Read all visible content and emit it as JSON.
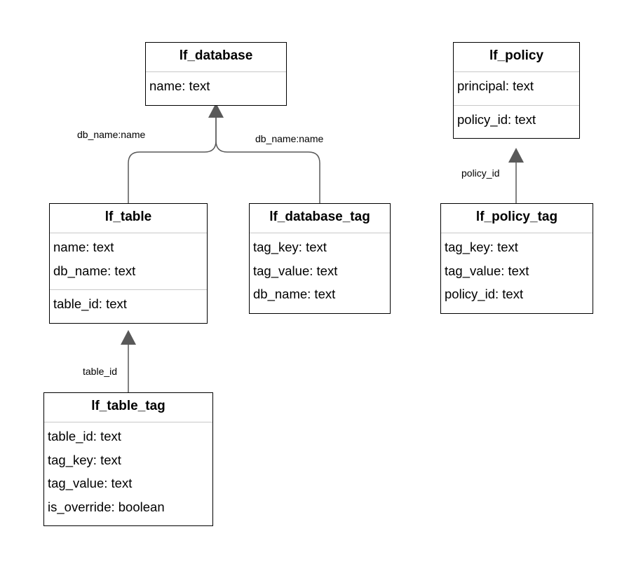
{
  "entities": {
    "lf_database": {
      "title": "lf_database",
      "sections": [
        [
          "name: text"
        ]
      ]
    },
    "lf_policy": {
      "title": "lf_policy",
      "sections": [
        [
          "principal: text"
        ],
        [
          "policy_id: text"
        ]
      ]
    },
    "lf_table": {
      "title": "lf_table",
      "sections": [
        [
          "name: text",
          "db_name: text"
        ],
        [
          "table_id: text"
        ]
      ]
    },
    "lf_database_tag": {
      "title": "lf_database_tag",
      "sections": [
        [
          "tag_key: text",
          "tag_value: text",
          "db_name: text"
        ]
      ]
    },
    "lf_policy_tag": {
      "title": "lf_policy_tag",
      "sections": [
        [
          "tag_key: text",
          "tag_value: text",
          "policy_id: text"
        ]
      ]
    },
    "lf_table_tag": {
      "title": "lf_table_tag",
      "sections": [
        [
          "table_id: text",
          "tag_key: text",
          "tag_value: text",
          "is_override: boolean"
        ]
      ]
    }
  },
  "relations": {
    "table_to_database": {
      "label": "db_name:name"
    },
    "database_tag_to_database": {
      "label": "db_name:name"
    },
    "policy_tag_to_policy": {
      "label": "policy_id"
    },
    "table_tag_to_table": {
      "label": "table_id"
    }
  },
  "colors": {
    "edge": "#595959",
    "border": "#000000",
    "divider": "#c8c8c8"
  }
}
